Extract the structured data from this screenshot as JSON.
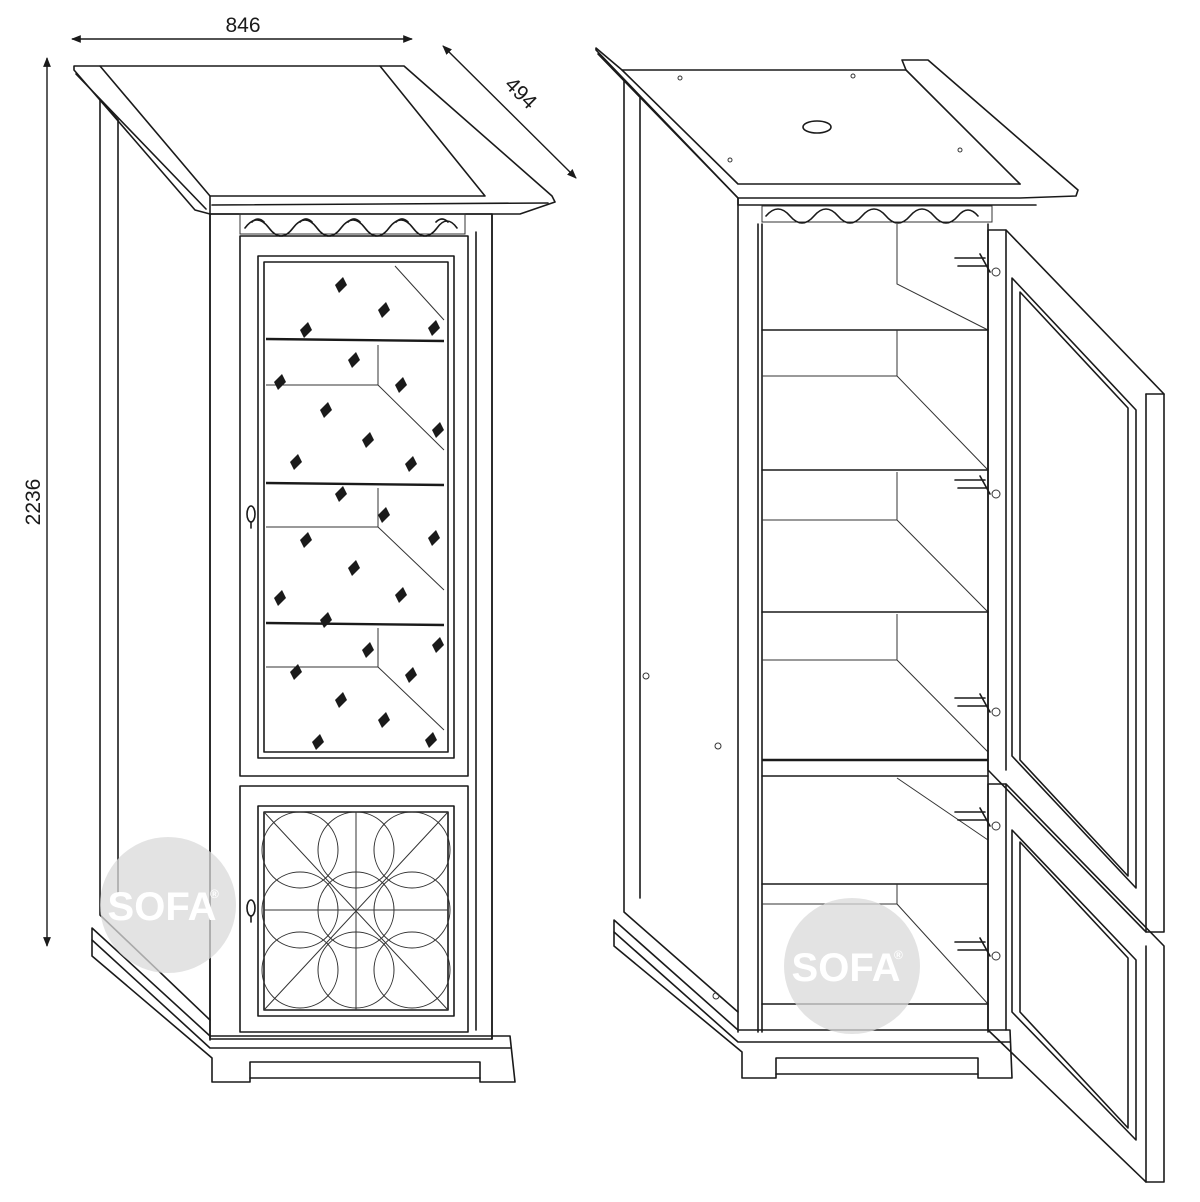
{
  "dimensions": {
    "width": "846",
    "depth": "494",
    "height": "2236"
  },
  "watermark": {
    "text": "SOFA",
    "mark": "®"
  },
  "colors": {
    "line": "#1a1a1a",
    "background": "#ffffff",
    "watermark": "#d9d9d9"
  }
}
